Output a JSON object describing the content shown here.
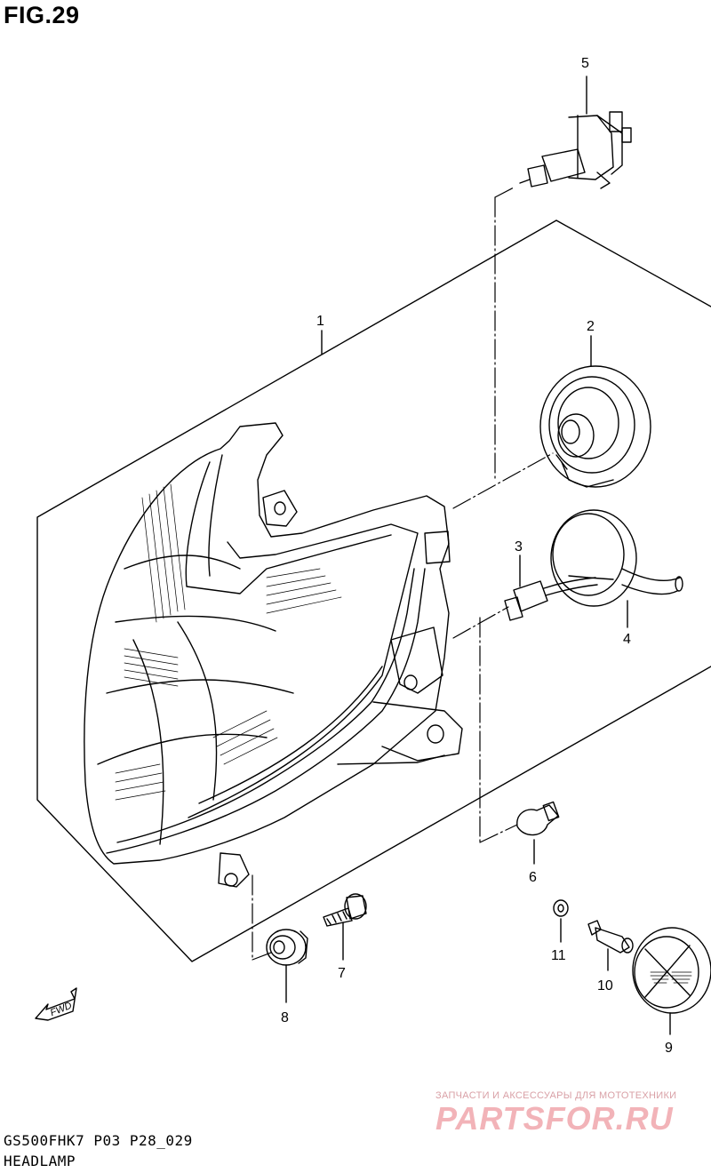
{
  "figure": {
    "title": "FIG.29",
    "code": "GS500FHK7 P03 P28_029",
    "name": "HEADLAMP"
  },
  "callouts": [
    "1",
    "2",
    "3",
    "4",
    "5",
    "6",
    "7",
    "8",
    "9",
    "10",
    "11"
  ],
  "fwd_label": "FWD",
  "watermark": {
    "tagline": "ЗАПЧАСТИ И АКСЕССУАРЫ ДЛЯ МОТОТЕХНИКИ",
    "logo": "PARTSFOR.RU"
  }
}
